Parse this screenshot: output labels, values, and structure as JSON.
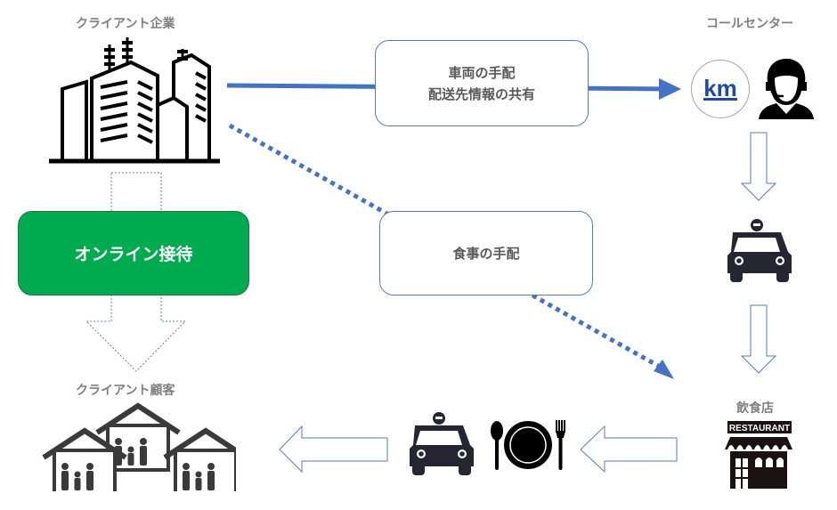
{
  "nodes": {
    "client_company": {
      "label": "クライアント企業",
      "icon": "office-buildings-icon"
    },
    "call_center": {
      "label": "コールセンター",
      "logo_text": "km",
      "icon": "operator-headset-icon"
    },
    "client_customers": {
      "label": "クライアント顧客",
      "icon": "family-houses-icon"
    },
    "restaurant": {
      "label": "飲食店",
      "sign_text": "RESTAURANT",
      "icon": "restaurant-storefront-icon"
    },
    "online_hospitality": {
      "label": "オンライン接待"
    }
  },
  "process_boxes": {
    "vehicle": {
      "line1": "車両の手配",
      "line2": "配送先情報の共有"
    },
    "meal": {
      "label": "食事の手配"
    }
  },
  "icons": {
    "taxi": "taxi-icon",
    "meal_set": "plate-spoon-fork-icon"
  },
  "colors": {
    "accent_blue": "#4472c4",
    "green": "#00aa4e",
    "outline_blue": "#5a7bb5",
    "label_gray": "#7f7f7f",
    "icon_dark": "#262633"
  }
}
